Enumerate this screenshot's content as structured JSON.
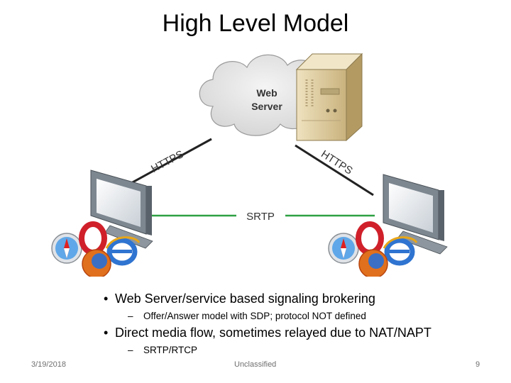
{
  "title": "High Level Model",
  "diagram": {
    "server_label_line1": "Web",
    "server_label_line2": "Server",
    "link_left": "HTTPS",
    "link_right": "HTTPS",
    "link_bottom": "SRTP"
  },
  "bullets": [
    {
      "text": "Web Server/service based signaling brokering",
      "sub": "Offer/Answer model with SDP; protocol NOT defined"
    },
    {
      "text": "Direct media flow, sometimes relayed due to NAT/NAPT",
      "sub": "SRTP/RTCP"
    }
  ],
  "footer": {
    "date": "3/19/2018",
    "classification": "Unclassified",
    "page": "9"
  },
  "colors": {
    "link_line": "#2ea043",
    "cloud": "#e3e3e3",
    "server": "#d9c79b"
  }
}
